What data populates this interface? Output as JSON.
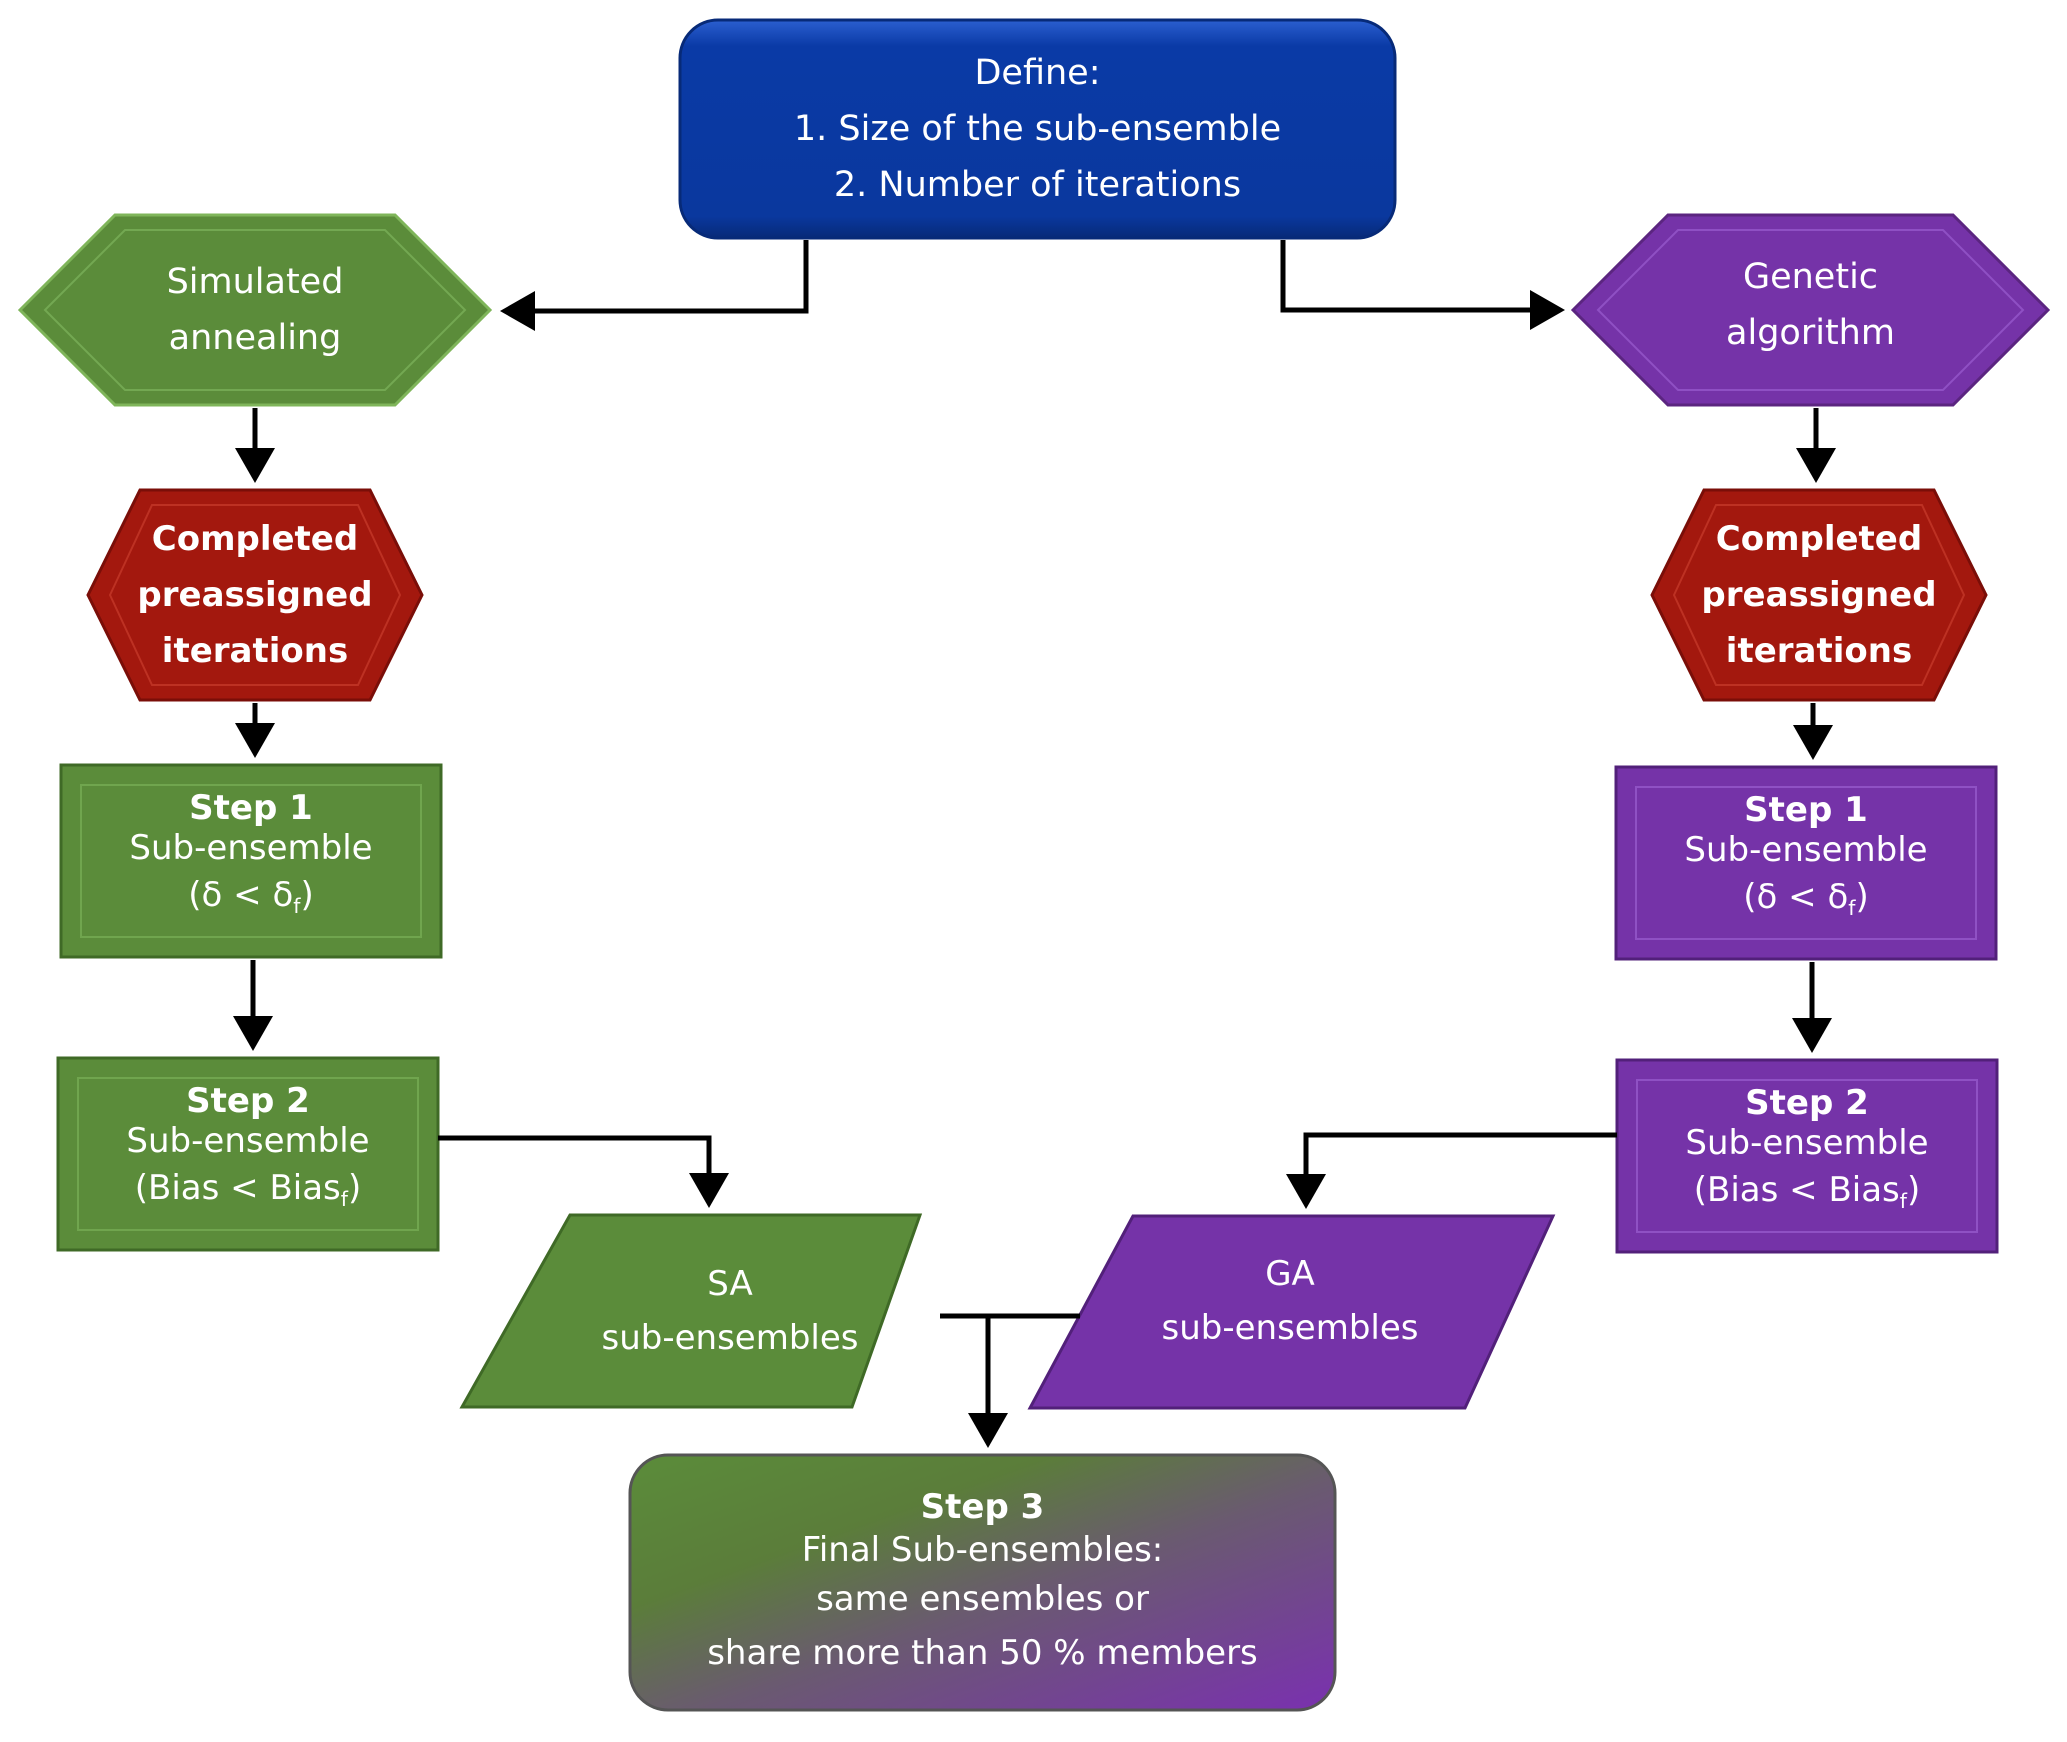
{
  "diagram": {
    "define": {
      "title": "Define:",
      "lines": [
        "1. Size of the sub-ensemble",
        "2. Number of iterations"
      ]
    },
    "sa_branch": {
      "method": [
        "Simulated",
        "annealing"
      ],
      "check": [
        "Completed",
        "preassigned",
        "iterations"
      ],
      "step1": {
        "title": "Step 1",
        "line": "Sub-ensemble",
        "cond_main": "(δ < δ",
        "cond_sub": "f",
        "cond_end": ")"
      },
      "step2": {
        "title": "Step 2",
        "line": "Sub-ensemble",
        "cond_main": "(Bias < Bias",
        "cond_sub": "f",
        "cond_end": ")"
      },
      "output": [
        "SA",
        "sub-ensembles"
      ]
    },
    "ga_branch": {
      "method": [
        "Genetic",
        "algorithm"
      ],
      "check": [
        "Completed",
        "preassigned",
        "iterations"
      ],
      "step1": {
        "title": "Step 1",
        "line": "Sub-ensemble",
        "cond_main": "(δ < δ",
        "cond_sub": "f",
        "cond_end": ")"
      },
      "step2": {
        "title": "Step 2",
        "line": "Sub-ensemble",
        "cond_main": "(Bias < Bias",
        "cond_sub": "f",
        "cond_end": ")"
      },
      "output": [
        "GA",
        "sub-ensembles"
      ]
    },
    "final": {
      "title": "Step 3",
      "lines": [
        "Final Sub-ensembles:",
        "same ensembles or",
        "share more than 50 % members"
      ]
    },
    "colors": {
      "define": "#0a3aa6",
      "sa": "#5b8c3a",
      "ga": "#7533a8",
      "check": "#a3180e",
      "arrow": "#000000"
    }
  }
}
